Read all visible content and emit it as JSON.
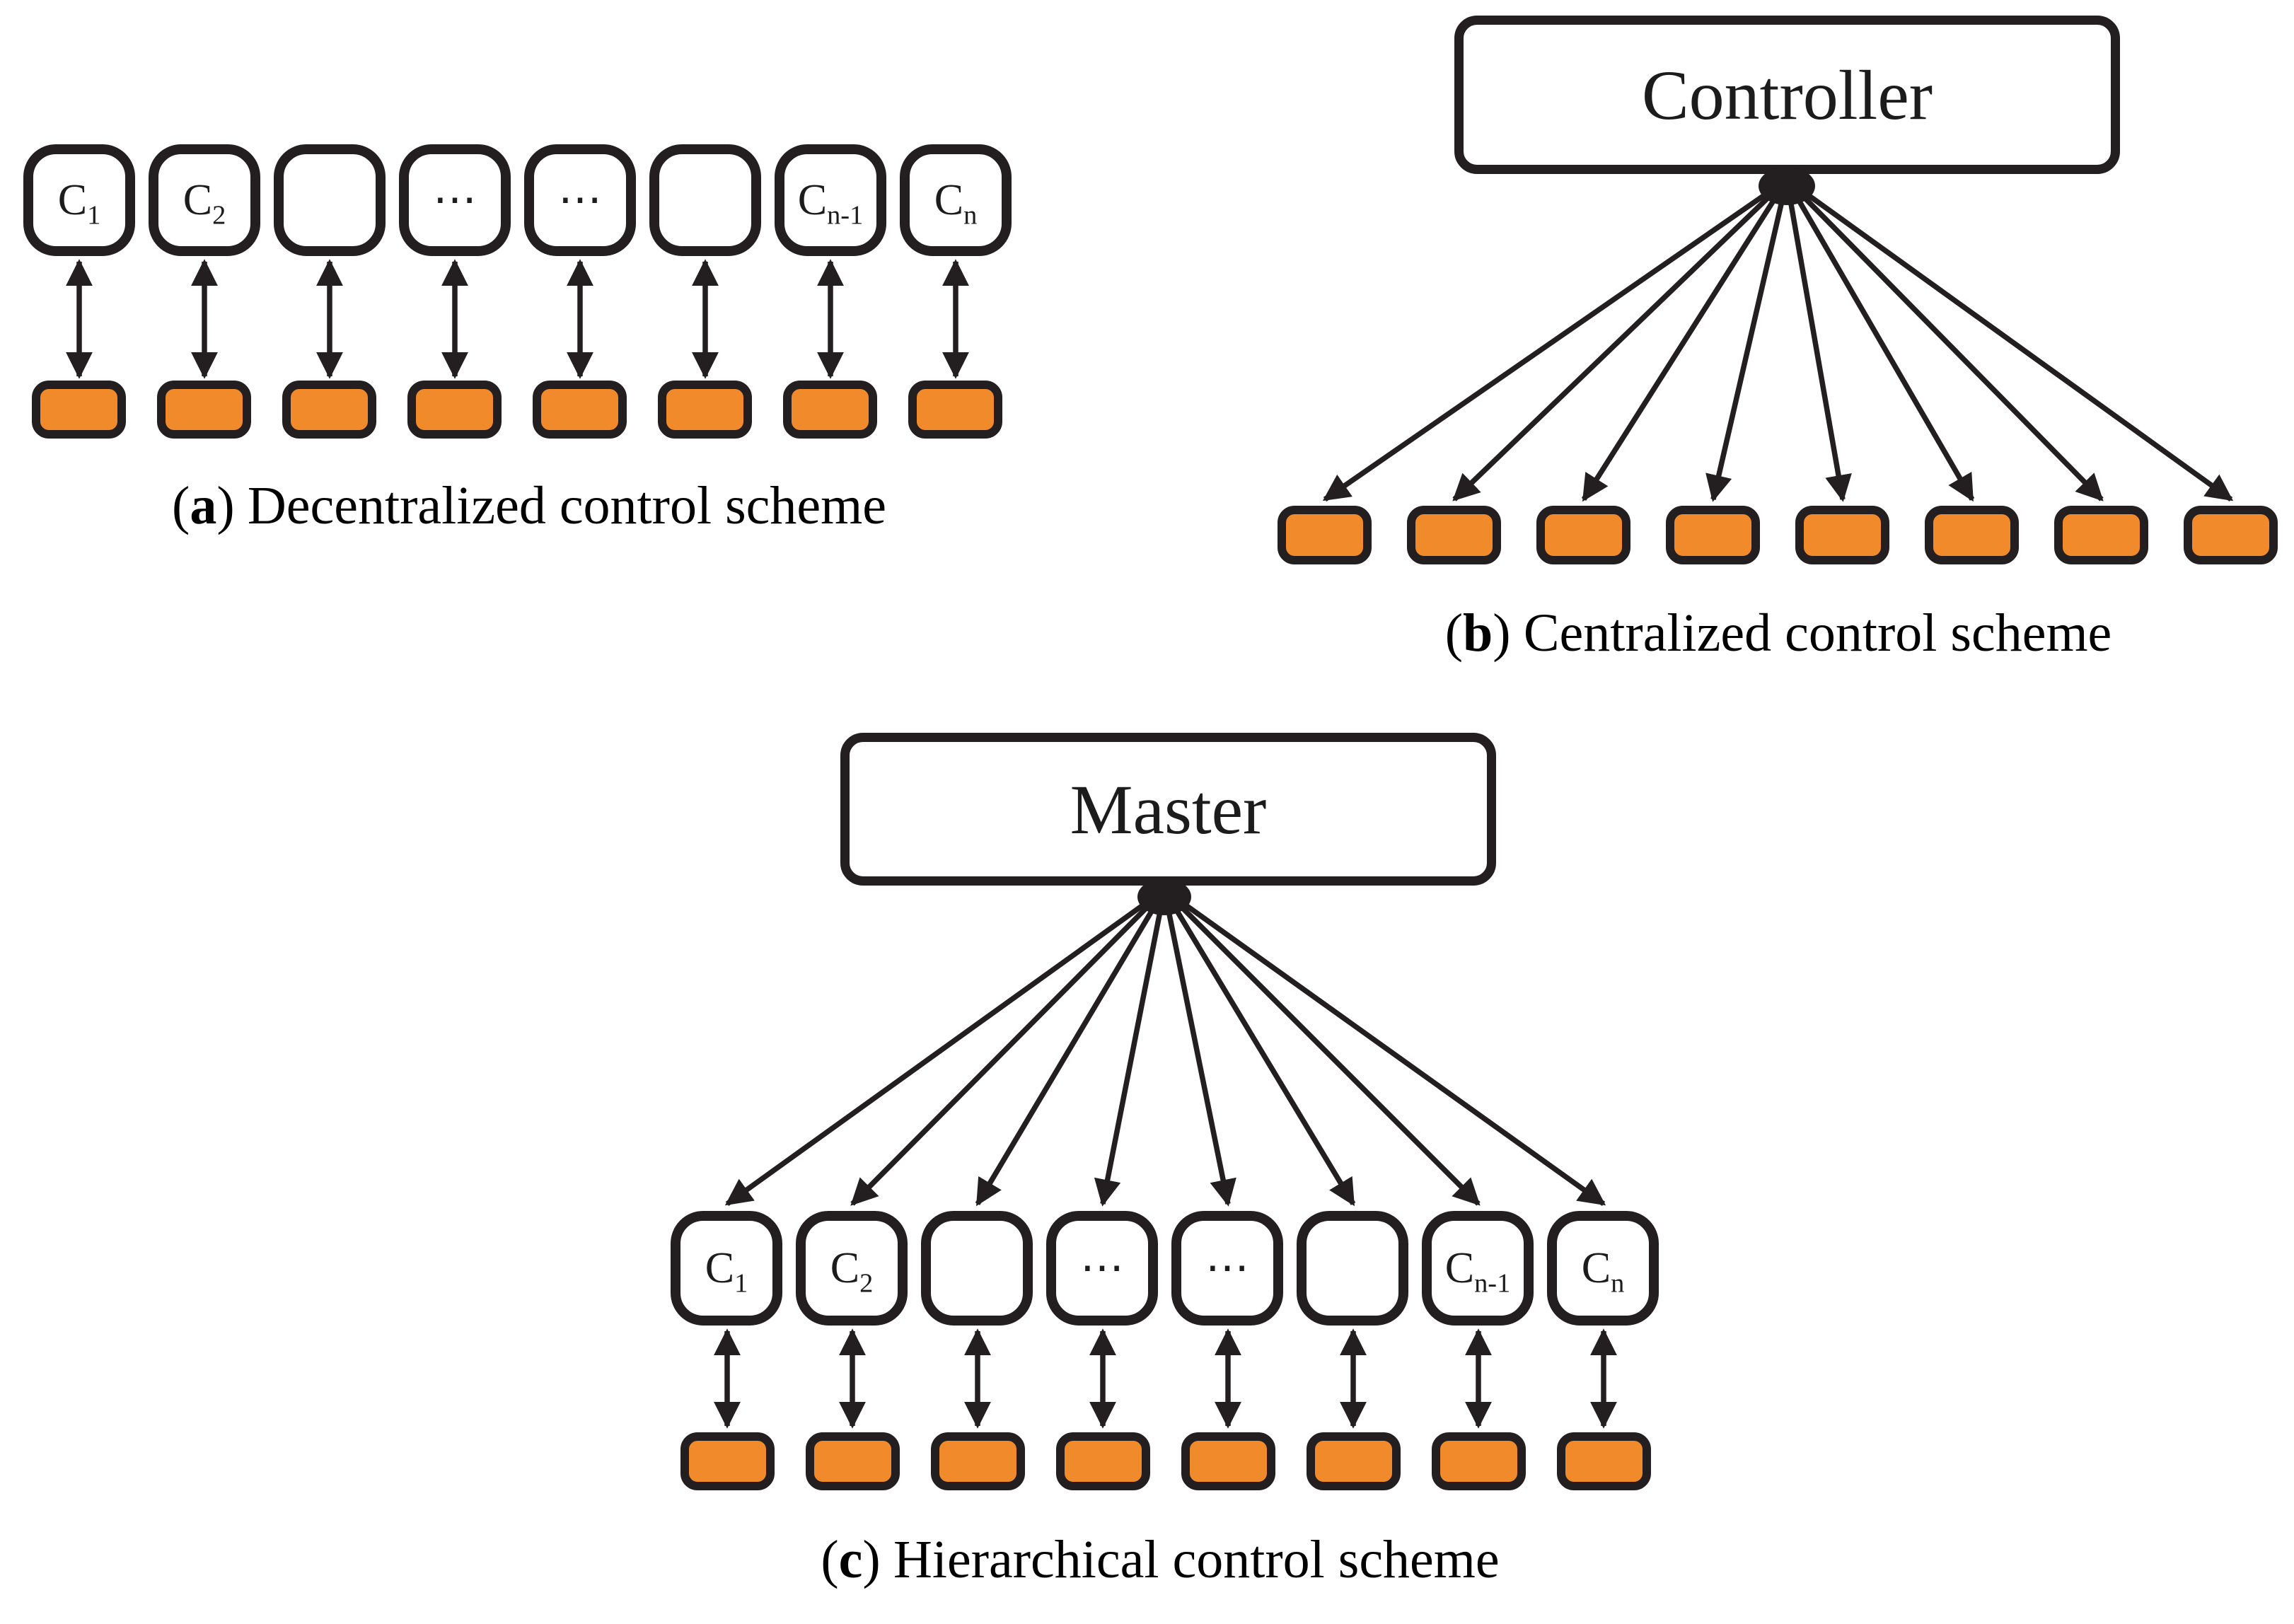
{
  "colors": {
    "ink": "#231f20",
    "agent_fill": "#f18a2b",
    "background": "#ffffff"
  },
  "panel_a": {
    "caption": {
      "open": "(",
      "letter": "a",
      "close": ")",
      "text": "Decentralized control scheme"
    },
    "controllers": [
      {
        "base": "C",
        "sub": "1"
      },
      {
        "base": "C",
        "sub": "2"
      },
      {
        "base": "",
        "sub": ""
      },
      {
        "base": "⋯",
        "sub": ""
      },
      {
        "base": "⋯",
        "sub": ""
      },
      {
        "base": "",
        "sub": ""
      },
      {
        "base": "C",
        "sub": "n-1"
      },
      {
        "base": "C",
        "sub": "n"
      }
    ],
    "agent_count": 8
  },
  "panel_b": {
    "title": "Controller",
    "caption": {
      "open": "(",
      "letter": "b",
      "close": ")",
      "text": "Centralized control scheme"
    },
    "agent_count": 8
  },
  "panel_c": {
    "title": "Master",
    "caption": {
      "open": "(",
      "letter": "c",
      "close": ")",
      "text": "Hierarchical control scheme"
    },
    "controllers": [
      {
        "base": "C",
        "sub": "1"
      },
      {
        "base": "C",
        "sub": "2"
      },
      {
        "base": "",
        "sub": ""
      },
      {
        "base": "⋯",
        "sub": ""
      },
      {
        "base": "⋯",
        "sub": ""
      },
      {
        "base": "",
        "sub": ""
      },
      {
        "base": "C",
        "sub": "n-1"
      },
      {
        "base": "C",
        "sub": "n"
      }
    ],
    "agent_count": 8
  }
}
